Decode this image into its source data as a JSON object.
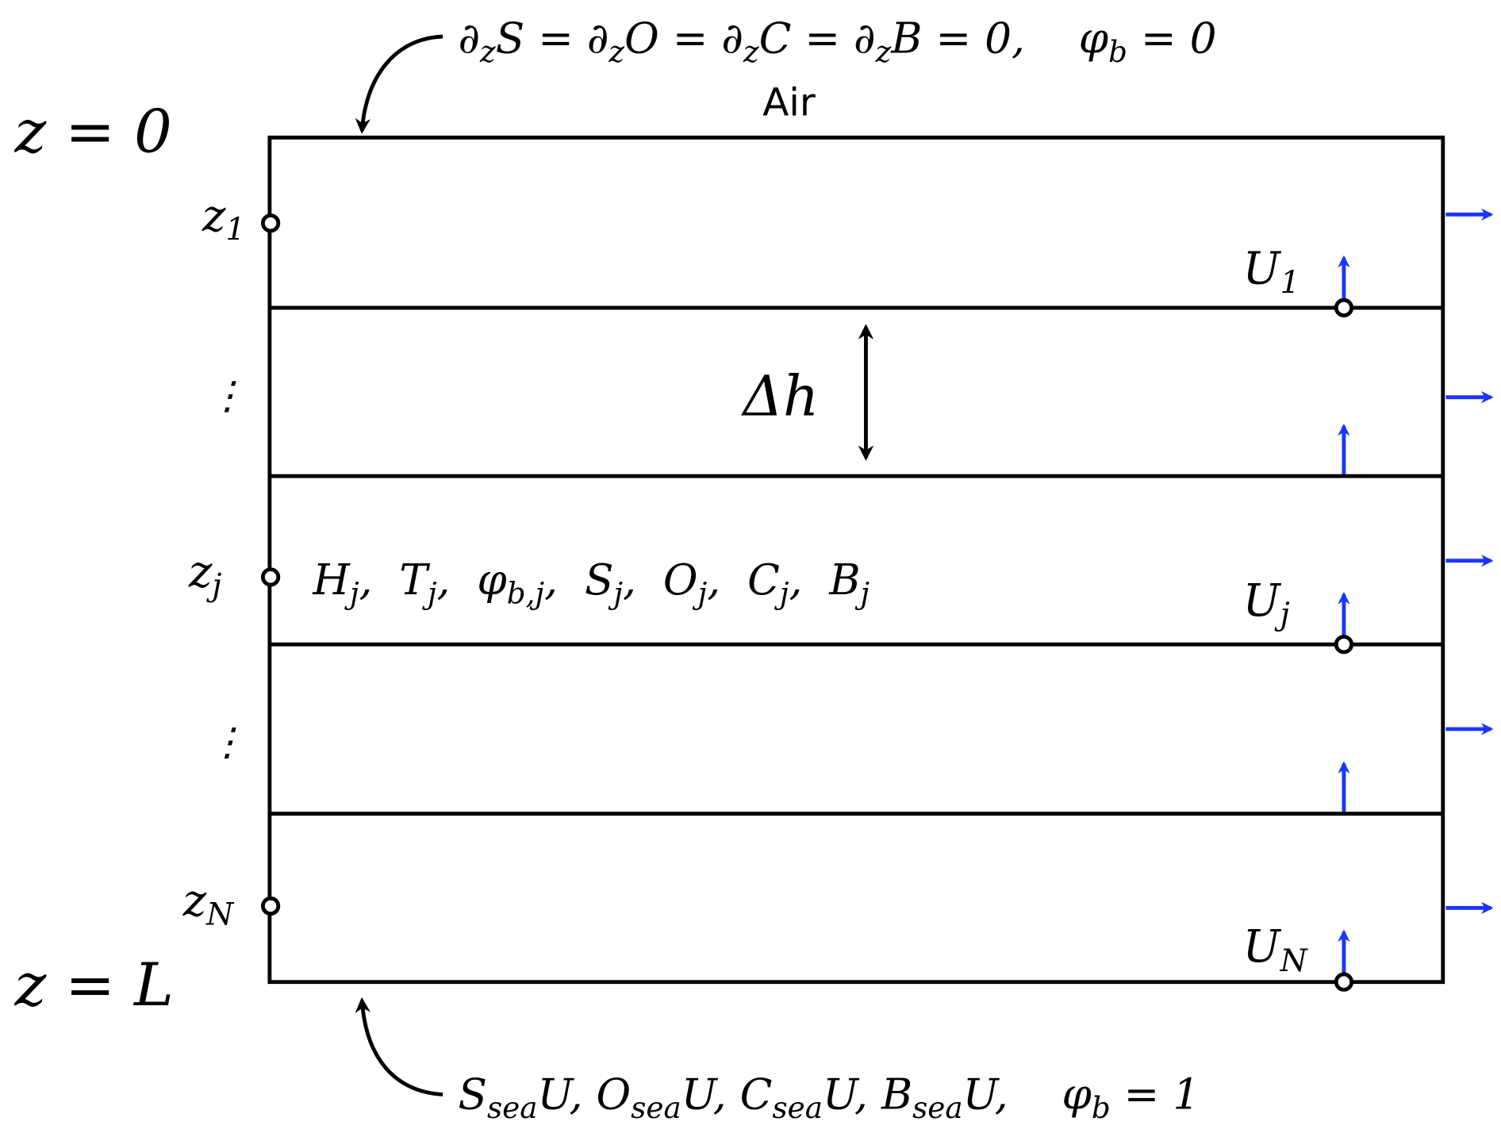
{
  "colors": {
    "line": "#000000",
    "flux_arrow": "#1a35ff"
  },
  "labels": {
    "air": "Air",
    "top_z": [
      {
        "t": "z = 0"
      }
    ],
    "bottom_z": [
      {
        "t": "z = L"
      }
    ],
    "delta_h": [
      {
        "t": "Δh"
      }
    ],
    "z1": [
      {
        "t": "z"
      },
      {
        "t": "1",
        "sub": true
      }
    ],
    "zj": [
      {
        "t": "z"
      },
      {
        "t": "j",
        "sub": true
      }
    ],
    "zN": [
      {
        "t": "z"
      },
      {
        "t": "N",
        "sub": true
      }
    ],
    "U1": [
      {
        "t": "U"
      },
      {
        "t": "1",
        "sub": true
      }
    ],
    "Uj": [
      {
        "t": "U"
      },
      {
        "t": "j",
        "sub": true
      }
    ],
    "UN": [
      {
        "t": "U"
      },
      {
        "t": "N",
        "sub": true
      }
    ],
    "vdots": "⋮",
    "top_boundary": [
      {
        "t": "∂"
      },
      {
        "t": "z",
        "sub": true
      },
      {
        "t": "S = ∂"
      },
      {
        "t": "z",
        "sub": true
      },
      {
        "t": "O = ∂"
      },
      {
        "t": "z",
        "sub": true
      },
      {
        "t": "C = ∂"
      },
      {
        "t": "z",
        "sub": true
      },
      {
        "t": "B = 0,    φ"
      },
      {
        "t": "b",
        "sub": true
      },
      {
        "t": " = 0"
      }
    ],
    "layer_vars": [
      {
        "t": "H"
      },
      {
        "t": "j",
        "sub": true
      },
      {
        "t": ",  T"
      },
      {
        "t": "j",
        "sub": true
      },
      {
        "t": ",  φ"
      },
      {
        "t": "b,j",
        "sub": true
      },
      {
        "t": ",  S"
      },
      {
        "t": "j",
        "sub": true
      },
      {
        "t": ",  O"
      },
      {
        "t": "j",
        "sub": true
      },
      {
        "t": ",  C"
      },
      {
        "t": "j",
        "sub": true
      },
      {
        "t": ",  B"
      },
      {
        "t": "j",
        "sub": true
      }
    ],
    "bottom_boundary": [
      {
        "t": "S"
      },
      {
        "t": "sea",
        "sub": true
      },
      {
        "t": "U, O"
      },
      {
        "t": "sea",
        "sub": true
      },
      {
        "t": "U, C"
      },
      {
        "t": "sea",
        "sub": true
      },
      {
        "t": "U, B"
      },
      {
        "t": "sea",
        "sub": true
      },
      {
        "t": "U,    φ"
      },
      {
        "t": "b",
        "sub": true
      },
      {
        "t": " = 1"
      }
    ]
  }
}
